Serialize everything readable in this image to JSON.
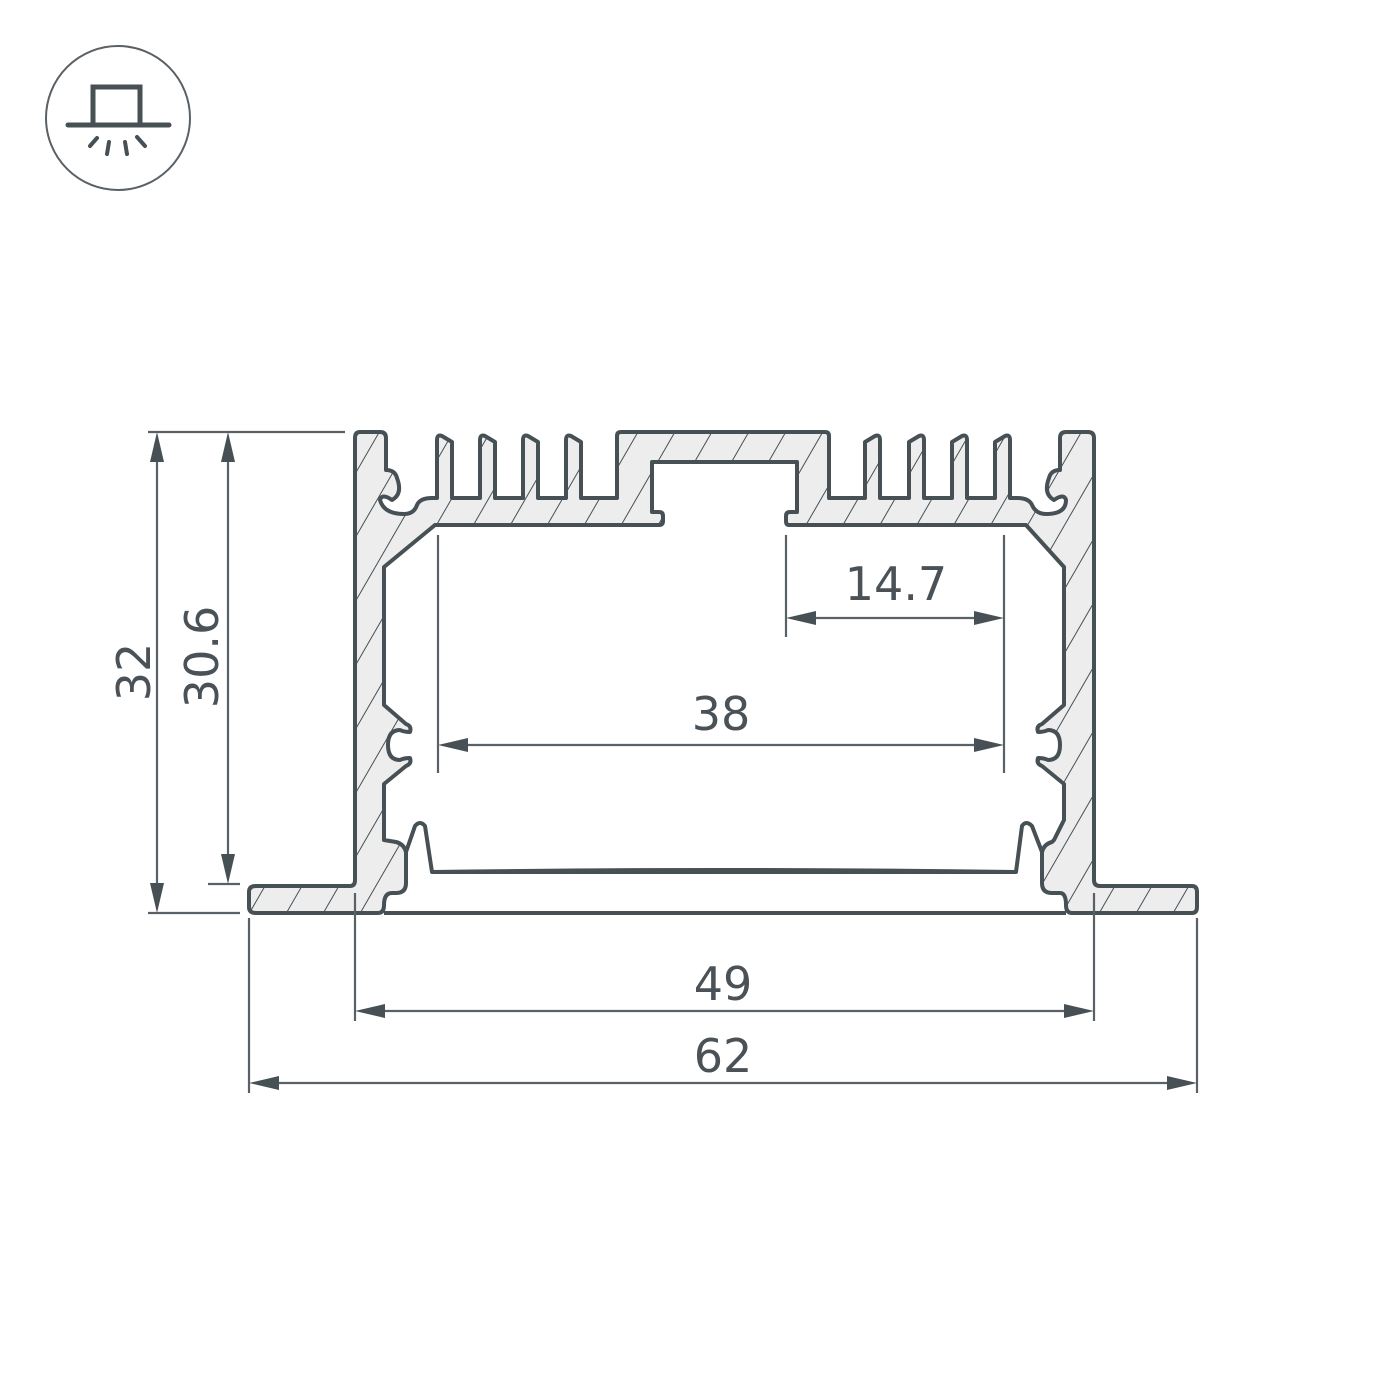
{
  "icon": {
    "name": "recessed-mount-light-icon",
    "description": "Recessed (built-in) mounting pictogram"
  },
  "drawing": {
    "title": "Aluminium profile cross-section",
    "colors": {
      "stroke": "#465055",
      "fill": "#ededed",
      "dimension": "#5a6166",
      "text": "#4a5257"
    }
  },
  "dimensions": {
    "total_height": "32",
    "body_height": "30.6",
    "channel_width": "14.7",
    "inner_width": "38",
    "body_width": "49",
    "total_width": "62"
  }
}
